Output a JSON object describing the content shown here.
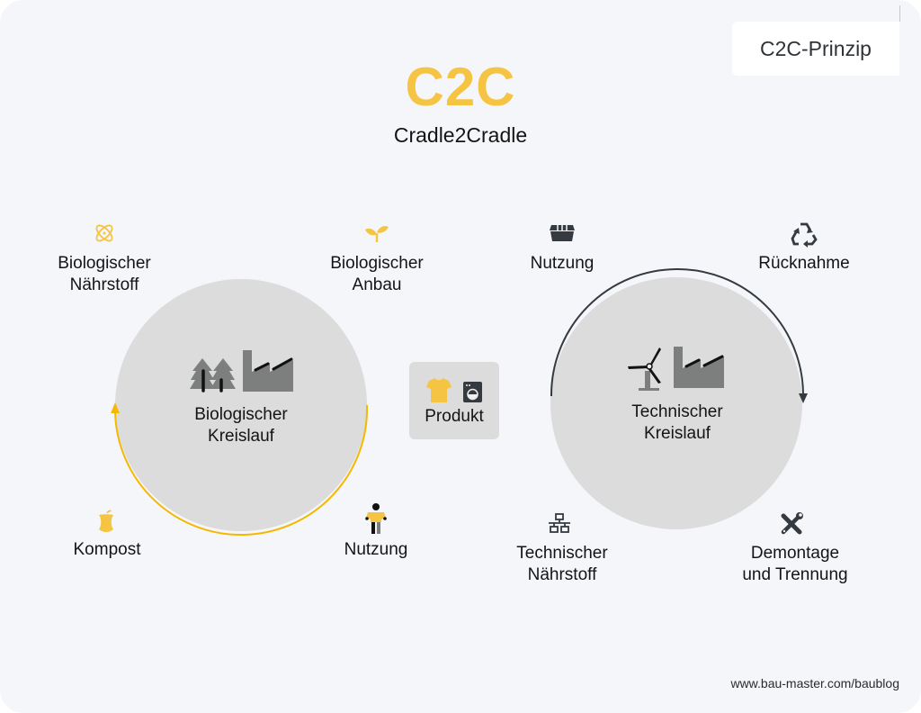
{
  "header": {
    "title": "C2C",
    "subtitle": "Cradle2Cradle",
    "tag": "C2C-Prinzip"
  },
  "colors": {
    "background": "#f5f6fa",
    "accent_yellow": "#f5c443",
    "circle_fill": "#dcdcdc",
    "icon_dark": "#343a40",
    "icon_grey": "#7d7f7e",
    "arc_technical": "#343a40"
  },
  "biological_cycle": {
    "center_label_line1": "Biologischer",
    "center_label_line2": "Kreislauf",
    "center_icons": [
      "trees-icon",
      "factory-icon"
    ],
    "nodes": [
      {
        "id": "naehrstoff",
        "icon": "atom-icon",
        "line1": "Biologischer",
        "line2": "Nährstoff"
      },
      {
        "id": "anbau",
        "icon": "sprout-icon",
        "line1": "Biologischer",
        "line2": "Anbau"
      },
      {
        "id": "kompost",
        "icon": "apple-core-icon",
        "line1": "Kompost",
        "line2": ""
      },
      {
        "id": "nutzung",
        "icon": "person-icon",
        "line1": "Nutzung",
        "line2": ""
      }
    ]
  },
  "product": {
    "label": "Produkt",
    "icons": [
      "tshirt-icon",
      "washing-machine-icon"
    ]
  },
  "technical_cycle": {
    "center_label_line1": "Technischer",
    "center_label_line2": "Kreislauf",
    "center_icons": [
      "wind-turbine-icon",
      "factory-icon"
    ],
    "nodes": [
      {
        "id": "nutzung",
        "icon": "container-icon",
        "line1": "Nutzung",
        "line2": ""
      },
      {
        "id": "ruecknahme",
        "icon": "recycle-icon",
        "line1": "Rücknahme",
        "line2": ""
      },
      {
        "id": "naehrstoff",
        "icon": "network-icon",
        "line1": "Technischer",
        "line2": "Nährstoff"
      },
      {
        "id": "demontage",
        "icon": "tools-icon",
        "line1": "Demontage",
        "line2": "und Trennung"
      }
    ]
  },
  "footer": {
    "url": "www.bau-master.com/baublog"
  }
}
